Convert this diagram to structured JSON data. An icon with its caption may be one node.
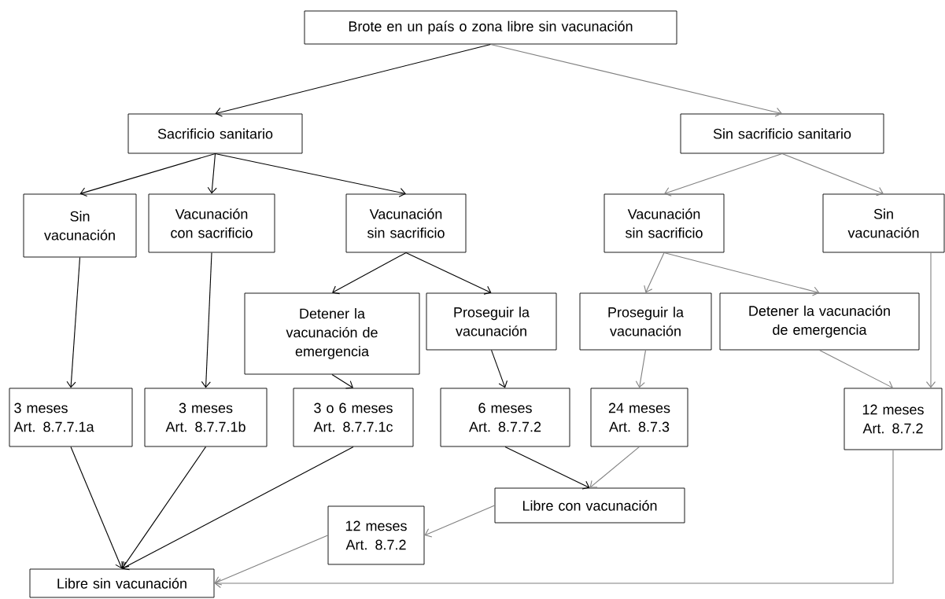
{
  "diagram": {
    "nodes": [
      {
        "text": [
          "Brote en un país o zona libre sin vacunación"
        ]
      },
      {
        "text": [
          "Sacrificio sanitario"
        ]
      },
      {
        "text": [
          "Sin sacrificio sanitario"
        ]
      },
      {
        "text": [
          "Sin vacunación"
        ]
      },
      {
        "text": [
          "Vacunación con sacrificio"
        ]
      },
      {
        "text": [
          "Vacunación sin sacrificio"
        ]
      },
      {
        "text": [
          "Vacunación sin sacrificio"
        ]
      },
      {
        "text": [
          "Sin vacunación"
        ]
      },
      {
        "text": [
          "Detener la vacunación de emergencia"
        ]
      },
      {
        "text": [
          "Proseguir la vacunación"
        ]
      },
      {
        "text": [
          "Proseguir la vacunación"
        ]
      },
      {
        "text": [
          "Detener la vacunación de emergencia"
        ]
      },
      {
        "text": [
          "3 meses",
          "Art. 8.7.7.1a"
        ]
      },
      {
        "text": [
          "3 meses",
          "Art. 8.7.7.1b"
        ]
      },
      {
        "text": [
          "3 o 6 meses",
          "Art. 8.7.7.1c"
        ]
      },
      {
        "text": [
          "6 meses",
          "Art. 8.7.7.2"
        ]
      },
      {
        "text": [
          "24 meses",
          "Art. 8.7.3"
        ]
      },
      {
        "text": [
          "12 meses",
          "Art. 8.7.2"
        ]
      },
      {
        "text": [
          "Libre con vacunación"
        ]
      },
      {
        "text": [
          "12 meses",
          "Art. 8.7.2"
        ]
      },
      {
        "text": [
          "Libre sin vacunación"
        ]
      }
    ],
    "edges": [
      {
        "from": 0,
        "to": 1,
        "arrow": "to"
      },
      {
        "from": 0,
        "to": 2,
        "arrow": "to",
        "color": "#808080"
      },
      {
        "from": 1,
        "to": 3,
        "arrow": "to"
      },
      {
        "from": 1,
        "to": 4,
        "arrow": "to"
      },
      {
        "from": 1,
        "to": 5,
        "arrow": "to"
      },
      {
        "from": 2,
        "to": 6,
        "arrow": "to",
        "color": "#808080"
      },
      {
        "from": 2,
        "to": 7,
        "arrow": "to",
        "color": "#808080"
      },
      {
        "from": 5,
        "to": 8,
        "arrow": "to"
      },
      {
        "from": 5,
        "to": 9,
        "arrow": "to"
      },
      {
        "from": 6,
        "to": 10,
        "arrow": "to",
        "color": "#808080"
      },
      {
        "from": 6,
        "to": 11,
        "arrow": "to",
        "color": "#808080"
      },
      {
        "from": 3,
        "to": 12,
        "arrow": "to"
      },
      {
        "from": 4,
        "to": 13,
        "arrow": "to"
      },
      {
        "from": 8,
        "to": 14,
        "arrow": "to"
      },
      {
        "from": 9,
        "to": 15,
        "arrow": "to"
      },
      {
        "from": 10,
        "to": 16,
        "arrow": "to",
        "color": "#808080"
      },
      {
        "from": 7,
        "to": 17,
        "arrow": "to",
        "color": "#808080"
      },
      {
        "from": 11,
        "to": 17,
        "arrow": "to",
        "color": "#808080"
      },
      {
        "from": 15,
        "to": 18,
        "arrow": "to"
      },
      {
        "from": 16,
        "to": 18,
        "arrow": "to",
        "color": "#808080"
      },
      {
        "from": 18,
        "to": 19,
        "arrow": "to",
        "color": "#808080"
      },
      {
        "from": 12,
        "to": 20,
        "arrow": "to"
      },
      {
        "from": 13,
        "to": 20,
        "arrow": "to"
      },
      {
        "from": 14,
        "to": 20,
        "arrow": "to"
      },
      {
        "from": 19,
        "to": 20,
        "arrow": "to",
        "color": "#808080"
      },
      {
        "from": 17,
        "to": 20,
        "arrow": "to",
        "color": "#808080"
      }
    ]
  }
}
